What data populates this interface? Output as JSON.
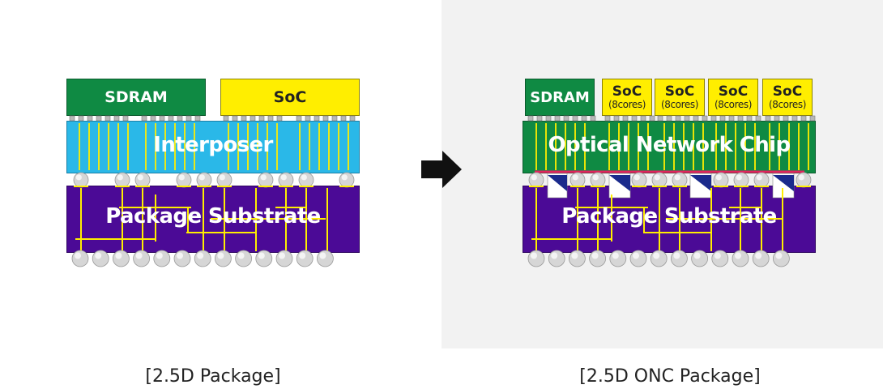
{
  "left": {
    "sdram_label": "SDRAM",
    "soc_label": "SoC",
    "interposer_label": "Interposer",
    "substrate_label": "Package Substrate",
    "caption": "[2.5D Package]"
  },
  "right": {
    "sdram_label": "SDRAM",
    "socs": [
      {
        "label": "SoC",
        "sub": "(8cores)"
      },
      {
        "label": "SoC",
        "sub": "(8cores)"
      },
      {
        "label": "SoC",
        "sub": "(8cores)"
      },
      {
        "label": "SoC",
        "sub": "(8cores)"
      }
    ],
    "onc_label": "Optical Network Chip",
    "substrate_label": "Package Substrate",
    "caption": "[2.5D ONC Package]"
  },
  "colors": {
    "sdram": "#0f8a43",
    "soc": "#ffee00",
    "interposer": "#2ab8e8",
    "substrate": "#4b0a96",
    "wire": "#ffee00",
    "optical_waveguide": "#e0245e",
    "photodetector": "#1a2a8c"
  },
  "arrow_icon": "right-arrow"
}
